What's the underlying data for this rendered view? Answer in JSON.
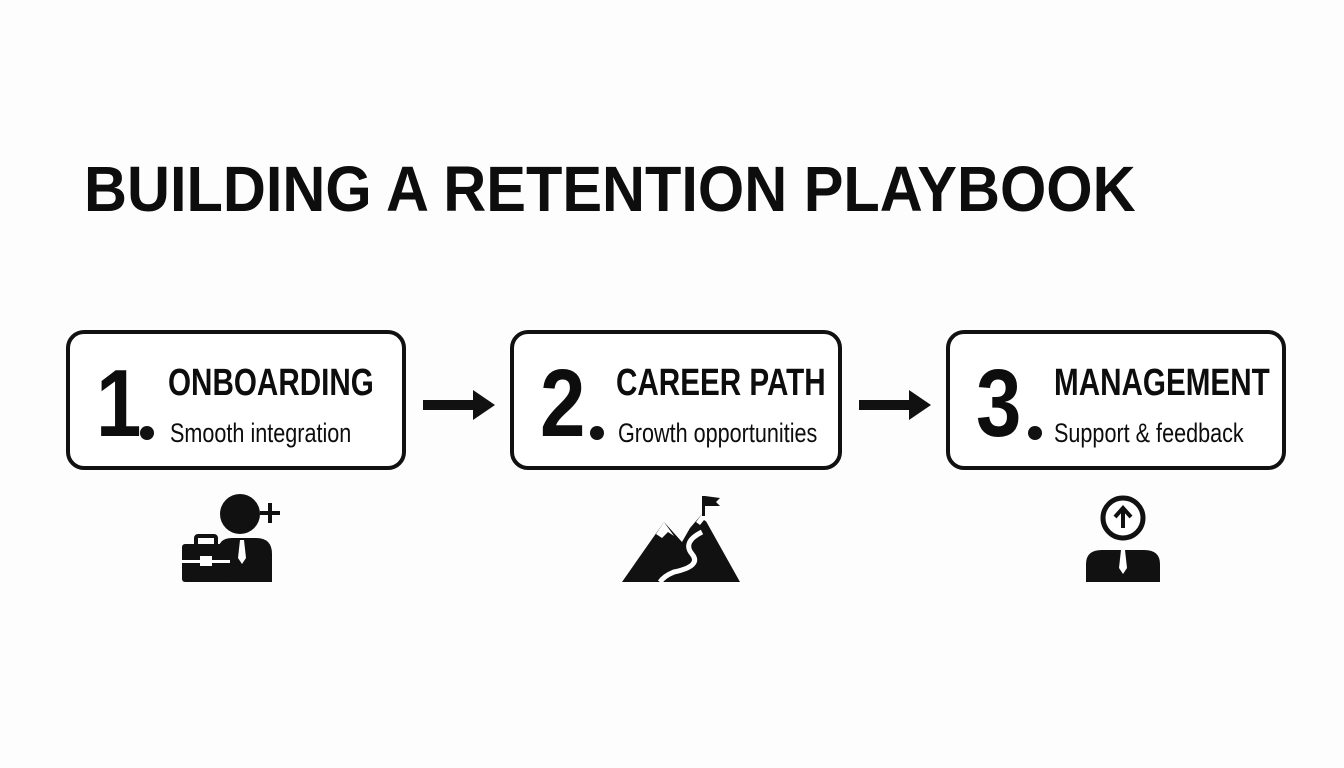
{
  "title": "BUILDING A RETENTION PLAYBOOK",
  "steps": [
    {
      "number": "1",
      "heading": "ONBOARDING",
      "subtitle": "Smooth integration",
      "icon": "new-employee-icon"
    },
    {
      "number": "2",
      "heading": "CAREER PATH",
      "subtitle": "Growth opportunities",
      "icon": "mountain-path-icon"
    },
    {
      "number": "3",
      "heading": "MANAGEMENT",
      "subtitle": "Support & feedback",
      "icon": "manager-support-icon"
    }
  ],
  "colors": {
    "ink": "#111111",
    "background": "#fdfdfd"
  }
}
